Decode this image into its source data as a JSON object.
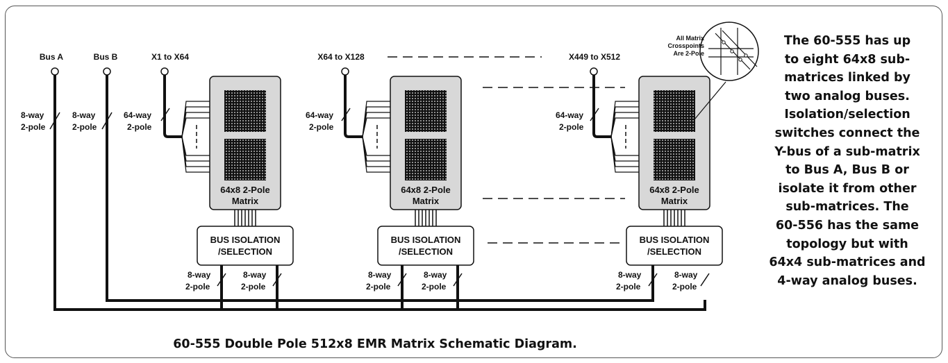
{
  "diagram": {
    "title": "60-555 Double Pole 512x8 EMR Matrix Schematic Diagram.",
    "bus_labels": {
      "bus_a": "Bus A",
      "bus_b": "Bus B"
    },
    "input_labels": [
      "X1 to X64",
      "X64 to X128",
      "X449 to X512"
    ],
    "bus_way_label": {
      "way": "8-way",
      "pole": "2-pole"
    },
    "input_way_label": {
      "way": "64-way",
      "pole": "2-pole"
    },
    "matrix_label": {
      "line1": "64x8 2-Pole",
      "line2": "Matrix"
    },
    "isolation_label": {
      "line1": "BUS ISOLATION",
      "line2": "/SELECTION"
    },
    "callout": {
      "line1": "All Matrix",
      "line2": "Crosspoints",
      "line3": "Are 2-Pole"
    }
  },
  "description": [
    "The 60-555 has up",
    "to eight 64x8 sub-",
    "matrices linked by",
    "two analog buses.",
    "Isolation/selection",
    "switches connect the",
    "Y-bus of a sub-matrix",
    "to Bus A, Bus B or",
    "isolate it from other",
    "sub-matrices. The",
    "60-556 has the same",
    "topology but with",
    "64x4 sub-matrices and",
    "4-way analog buses."
  ]
}
